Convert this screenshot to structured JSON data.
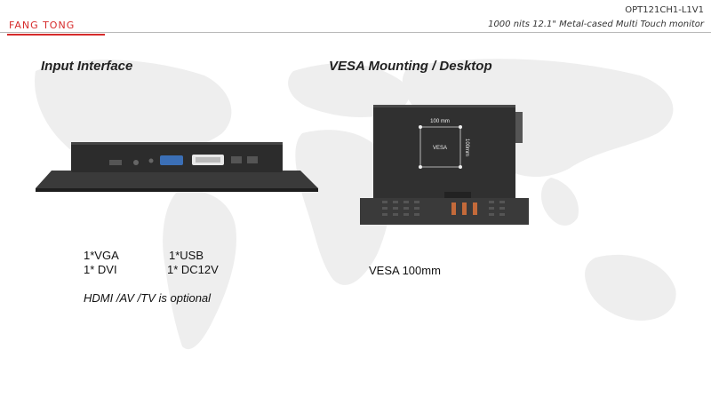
{
  "header": {
    "brand": "FANG TONG",
    "model": "OPT121CH1-L1V1",
    "subtitle": "1000 nits 12.1\" Metal-cased  Multi Touch monitor"
  },
  "left": {
    "title": "Input Interface",
    "specs": [
      "1*VGA",
      "1*USB",
      "1* DVI",
      "1* DC12V"
    ],
    "note": "HDMI /AV /TV is optional"
  },
  "right": {
    "title": "VESA Mounting  / Desktop",
    "diagram": {
      "width_label": "100 mm",
      "center_label": "VESA",
      "height_label": "100mm"
    },
    "caption": "VESA 100mm"
  },
  "colors": {
    "brand": "#d62b2b",
    "panel": "#2a2a2a"
  }
}
